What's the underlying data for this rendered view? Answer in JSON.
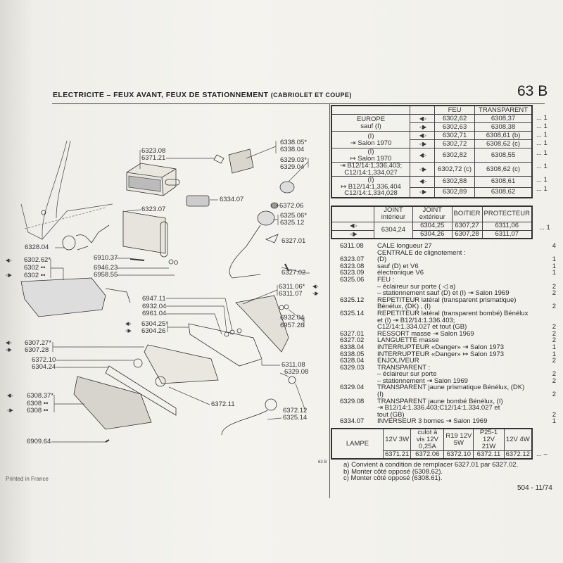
{
  "header": {
    "title": "ELECTRICITE – FEUX AVANT, FEUX DE STATIONNEMENT",
    "subtitle": "(CABRIOLET ET COUPE)",
    "page": "63 B"
  },
  "icons": {
    "left_side": "◀▷",
    "right_side": "◁▶"
  },
  "table1": {
    "headers": [
      "FEU",
      "TRANSPARENT"
    ],
    "groups": [
      {
        "labels": [
          "EUROPE",
          "sauf (I)"
        ]
      },
      {
        "labels": [
          "(I)",
          "⇥ Salon 1970"
        ]
      },
      {
        "labels": [
          "(I)",
          "↦ Salon 1970",
          "⇥ B12/14:1,336,403;",
          "C12/14:1,334,027"
        ]
      },
      {
        "labels": [
          "(I)",
          "↦ B12/14:1,336,404",
          "C12/14:1,334,028"
        ]
      }
    ],
    "rows": [
      {
        "feu": "6302,62",
        "transparent": "6308,37",
        "qty": "... 1"
      },
      {
        "feu": "6302,63",
        "transparent": "6308,38",
        "qty": "... 1"
      },
      {
        "feu": "6302,71",
        "transparent": "6308,61 (b)",
        "qty": "... 1"
      },
      {
        "feu": "6302,72",
        "transparent": "6308,62 (c)",
        "qty": "... 1"
      },
      {
        "feu": "6302,82",
        "transparent": "6308,55",
        "qty": "... 1"
      },
      {
        "feu": "6302,72 (c)",
        "transparent": "6308,62 (c)",
        "qty": "... 1"
      },
      {
        "feu": "6302,88",
        "transparent": "6308,61",
        "qty": "... 1"
      },
      {
        "feu": "6302,89",
        "transparent": "6308,62",
        "qty": "... 1"
      }
    ]
  },
  "table2": {
    "headers": [
      "JOINT intérieur",
      "JOINT extérieur",
      "BOITIER",
      "PROTECTEUR"
    ],
    "joint_interieur": "6304,24",
    "rows": [
      {
        "joint_exterieur": "6304,25",
        "boitier": "6307,27",
        "protecteur": "6311,06"
      },
      {
        "joint_exterieur": "6304,26",
        "boitier": "6307,28",
        "protecteur": "6311,07"
      }
    ],
    "qty": "... 1"
  },
  "parts_list": [
    {
      "code": "6311.08",
      "text": "CALE longueur 27",
      "qty": "4"
    },
    {
      "code": "",
      "text": "CENTRALE de clignotement :",
      "qty": ""
    },
    {
      "code": "6323.07",
      "text": "(D)",
      "qty": "1"
    },
    {
      "code": "6323.08",
      "text": "sauf (D) et V6",
      "qty": "1"
    },
    {
      "code": "6323.09",
      "text": "électronique V6",
      "qty": "1"
    },
    {
      "code": "6325.06",
      "text": "FEU :",
      "qty": ""
    },
    {
      "code": "",
      "text": "  – éclaireur sur porte ( ◁ a)",
      "qty": "2"
    },
    {
      "code": "",
      "text": "  – stationnement sauf (D) et (I) ⇥ Salon 1969",
      "qty": "2"
    },
    {
      "code": "6325.12",
      "text": "REPETITEUR latéral (transparent prismatique)",
      "qty": ""
    },
    {
      "code": "",
      "text": "    Bénélux, (DK) , (I)",
      "qty": "2"
    },
    {
      "code": "6325.14",
      "text": "REPETITEUR latéral (transparent bombé) Bénélux",
      "qty": ""
    },
    {
      "code": "",
      "text": "    et (I) ⇥ B12/14:1.336.403;",
      "qty": ""
    },
    {
      "code": "",
      "text": "    C12/14:1.334.027 et tout (GB)",
      "qty": "2"
    },
    {
      "code": "6327.01",
      "text": "RESSORT masse ⇥ Salon 1969",
      "qty": "2"
    },
    {
      "code": "6327.02",
      "text": "LANGUETTE masse",
      "qty": "2"
    },
    {
      "code": "6338.04",
      "text": "INTERRUPTEUR «Danger» ⇥ Salon 1973",
      "qty": "1"
    },
    {
      "code": "6338.05",
      "text": "INTERRUPTEUR «Danger» ↦ Salon 1973",
      "qty": "1"
    },
    {
      "code": "6328.04",
      "text": "ENJOLIVEUR",
      "qty": "2"
    },
    {
      "code": "6329.03",
      "text": "TRANSPARENT :",
      "qty": ""
    },
    {
      "code": "",
      "text": "  – éclaireur sur porte",
      "qty": "2"
    },
    {
      "code": "",
      "text": "  – stationnement ⇥ Salon 1969",
      "qty": "2"
    },
    {
      "code": "6329.04",
      "text": "TRANSPARENT jaune prismatique Bénélux, (DK)",
      "qty": ""
    },
    {
      "code": "",
      "text": "  (I)",
      "qty": "2"
    },
    {
      "code": "6329.08",
      "text": "TRANSPARENT jaune bombé Bénélux, (I)",
      "qty": ""
    },
    {
      "code": "",
      "text": "  ⇥ B12/14:1.336.403;C12/14:1.334.027 et",
      "qty": ""
    },
    {
      "code": "",
      "text": "  tout (GB)",
      "qty": "2"
    },
    {
      "code": "6334.07",
      "text": "INVERSEUR 3 bornes ⇥ Salon 1969",
      "qty": "1"
    }
  ],
  "lamp_table": {
    "label": "LAMPE",
    "specs": [
      "12V 3W",
      "culot à vis 12V 0,25A",
      "R19 12V 5W",
      "P25-1 12V 21W",
      "12V 4W"
    ],
    "refs": [
      "6371.21",
      "6372.06",
      "6372.10",
      "6372.11",
      "6372.12"
    ],
    "qty": "... –"
  },
  "notes": [
    "a) Convient à condition de remplacer 6327.01 par 6327.02.",
    "b) Monter côté opposé (6308.62).",
    "c) Monter côté opposé (6308.61)."
  ],
  "reference": "504 - 11/74",
  "printed": "Printed in France",
  "small_page": "63 B",
  "diagram_labels": [
    "6323.08",
    "6371.21",
    "6338.05*",
    "6338.04",
    "6329.03*",
    "6329.04",
    "6334.07",
    "6372.06",
    "6323.07",
    "6325.06*",
    "6325.12",
    "6327.01",
    "6328.04",
    "6910.37",
    "6302.62*",
    "6302 ••",
    "6302 ••",
    "6946.23",
    "6958.55",
    "6327.02",
    "6311.06*",
    "6311.07",
    "6947.11",
    "6932.04",
    "6961.04",
    "6932.04",
    "6957.26",
    "6304.25*",
    "6304.26",
    "6307.27*",
    "6307.28",
    "6372.10",
    "6304.24",
    "6311.08",
    "6329.08",
    "6308.37*",
    "6308 ••",
    "6308 ••",
    "6372.11",
    "6372.12",
    "6325.14",
    "6909.64"
  ]
}
